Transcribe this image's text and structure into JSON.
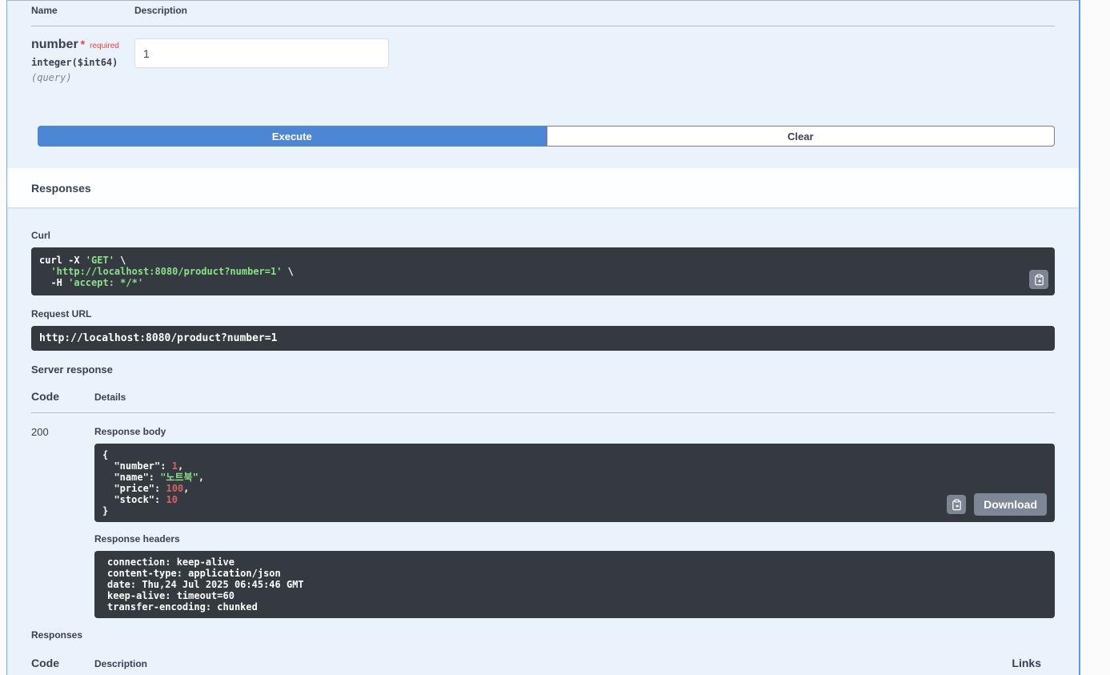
{
  "parameters": {
    "name_header": "Name",
    "description_header": "Description",
    "param": {
      "name": "number",
      "required_star": "*",
      "required_label": "required",
      "type": "integer($int64)",
      "location": "(query)",
      "value": "1"
    }
  },
  "actions": {
    "execute_label": "Execute",
    "clear_label": "Clear"
  },
  "responses_section": {
    "title": "Responses"
  },
  "curl": {
    "label": "Curl",
    "tokens": [
      {
        "t": "curl -X ",
        "c": "plain"
      },
      {
        "t": "'GET'",
        "c": "string"
      },
      {
        "t": " \\\n  ",
        "c": "plain"
      },
      {
        "t": "'http://localhost:8080/product?number=1'",
        "c": "string"
      },
      {
        "t": " \\\n  -H ",
        "c": "plain"
      },
      {
        "t": "'accept: */*'",
        "c": "string"
      }
    ]
  },
  "request_url": {
    "label": "Request URL",
    "value": "http://localhost:8080/product?number=1"
  },
  "server_response": {
    "label": "Server response",
    "code_header": "Code",
    "details_header": "Details",
    "status_code": "200",
    "response_body": {
      "label": "Response body",
      "download_label": "Download",
      "tokens": [
        {
          "t": "{\n  \"number\": ",
          "c": "plain"
        },
        {
          "t": "1",
          "c": "num"
        },
        {
          "t": ",\n  \"name\": ",
          "c": "plain"
        },
        {
          "t": "\"노트북\"",
          "c": "string"
        },
        {
          "t": ",\n  \"price\": ",
          "c": "plain"
        },
        {
          "t": "100",
          "c": "num"
        },
        {
          "t": ",\n  \"stock\": ",
          "c": "plain"
        },
        {
          "t": "10",
          "c": "num"
        },
        {
          "t": "\n}",
          "c": "plain"
        }
      ]
    },
    "response_headers": {
      "label": "Response headers",
      "lines": [
        "connection: keep-alive",
        "content-type: application/json",
        "date: Thu,24 Jul 2025 06:45:46 GMT",
        "keep-alive: timeout=60",
        "transfer-encoding: chunked"
      ]
    }
  },
  "responses_table": {
    "label": "Responses",
    "code_header": "Code",
    "description_header": "Description",
    "links_header": "Links"
  },
  "colors": {
    "accent_blue": "#4e86d6",
    "opblock_border": "#61affe",
    "opblock_bg": "#eaf2fb",
    "code_bg": "#353a41",
    "string_green": "#8ce08c",
    "number_red": "#d36363",
    "required_red": "#f93e3e"
  }
}
